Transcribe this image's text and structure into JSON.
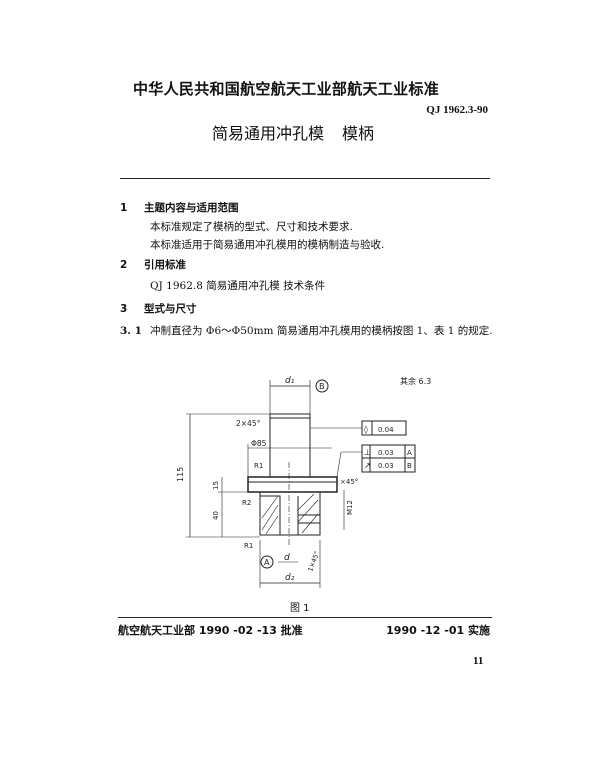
{
  "header": {
    "issuer": "中华人民共和国航空航天工业部航天工业标准",
    "standard_code": "QJ 1962.3-90",
    "title_main": "简易通用冲孔模",
    "title_sub": "模柄"
  },
  "sections": [
    {
      "number": "1",
      "heading": "主题内容与适用范围",
      "paragraphs": [
        "本标准规定了模柄的型式、尺寸和技术要求.",
        "本标准适用于简易通用冲孔模用的模柄制造与验收."
      ]
    },
    {
      "number": "2",
      "heading": "引用标准",
      "paragraphs": [
        "QJ 1962.8   简易通用冲孔模   技术条件"
      ]
    },
    {
      "number": "3",
      "heading": "型式与尺寸",
      "subsections": [
        {
          "number": "3. 1",
          "text": "冲制直径为 Φ6～Φ50mm 简易通用冲孔模用的模柄按图 1、表 1 的规定."
        }
      ]
    }
  ],
  "figure": {
    "caption": "图 1",
    "labels": {
      "d1": "d₁",
      "datum_b": "B",
      "datum_a": "A",
      "chamfer_top": "2×45°",
      "phi85": "Φ85",
      "r1_top": "R1",
      "r2": "R2",
      "r1_bottom": "R1",
      "dim_115": "115",
      "dim_15": "15",
      "dim_40": "40",
      "thread": "M12",
      "chamfer_flange": "×45°",
      "chamfer_bottom": "1×45°",
      "d": "d",
      "d2": "d₂",
      "roughness_rest": "其余 6.3"
    },
    "tolerances": {
      "cylindricity": "0.04",
      "perpendicularity": {
        "value": "0.03",
        "datum": "A"
      },
      "runout": {
        "value": "0.03",
        "datum": "B"
      }
    }
  },
  "footer": {
    "approval": "航空航天工业部 1990 -02 -13 批准",
    "implementation": "1990 -12 -01 实施",
    "page_number": "11"
  }
}
